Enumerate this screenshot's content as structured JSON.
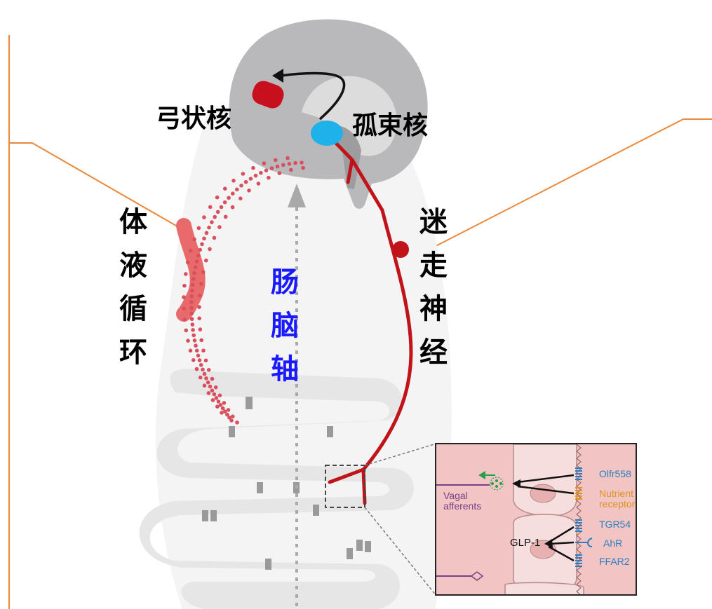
{
  "labels": {
    "arcuate": "弓状核",
    "nts": "孤束核",
    "blood": "体液循环",
    "vagus": "迷走神经",
    "axis": "肠脑轴"
  },
  "inset": {
    "vagal": "Vagal\nafferents",
    "glp1": "GLP-1",
    "olfr": "Olfr558",
    "nutrient": "Nutrient\nreceptor",
    "tgr": "TGR54",
    "ahr": "AhR",
    "ffar": "FFAR2"
  },
  "colors": {
    "brain": "#b9b9bb",
    "nerve": "#c0141a",
    "nts_dot": "#1fb2ea",
    "arcuate_dot": "#c80f1e",
    "blood_dots": "#d8505e",
    "axis_text": "#1a1aff",
    "callout": "#e8893b",
    "receptor_blue": "#2b7fc0",
    "receptor_orange": "#e0931c"
  }
}
